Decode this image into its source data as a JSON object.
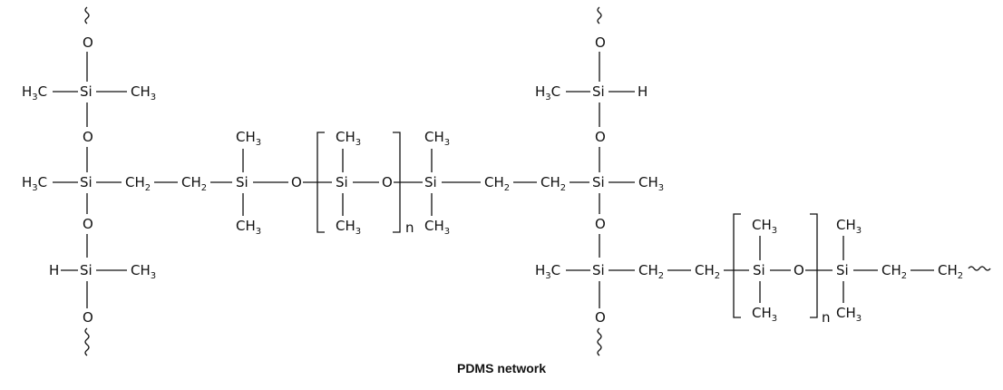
{
  "caption": "PDMS network",
  "labels": {
    "o": "O",
    "si": "Si",
    "h": "H",
    "n": "n",
    "ch3_main": "CH",
    "ch2_main": "CH",
    "h3c_main": "H",
    "h3c_c": "C",
    "sub3": "3",
    "sub2": "2"
  },
  "colors": {
    "ink": "#111111",
    "background": "#ffffff"
  },
  "icons": [
    "wavy-bond-icon"
  ]
}
